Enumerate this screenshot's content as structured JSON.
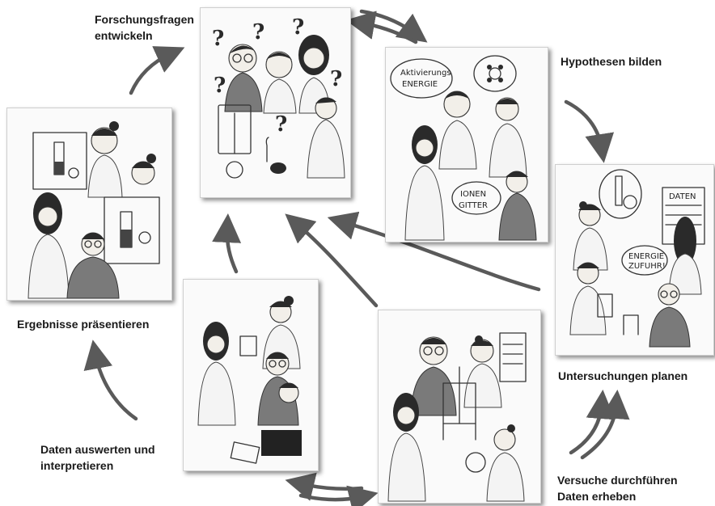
{
  "steps": {
    "forschungsfragen": "Forschungsfragen\nentwickeln",
    "hypothesen": "Hypothesen bilden",
    "untersuchungen": "Untersuchungen planen",
    "versuche": "Versuche durchführen\nDaten erheben",
    "daten": "Daten auswerten und\ninterpretieren",
    "ergebnisse": "Ergebnisse präsentieren"
  },
  "bubbles": {
    "aktivierung_line1": "Aktivierungs",
    "aktivierung_line2": "ENERGIE",
    "ionengitter_line1": "IONEN",
    "ionengitter_line2": "GITTER",
    "energiezufuhr_line1": "ENERGIE",
    "energiezufuhr_line2": "ZUFUHR!",
    "daten_sheet": "DATEN"
  },
  "colors": {
    "arrow": "#5a5a5a",
    "text": "#1a1a1a"
  }
}
